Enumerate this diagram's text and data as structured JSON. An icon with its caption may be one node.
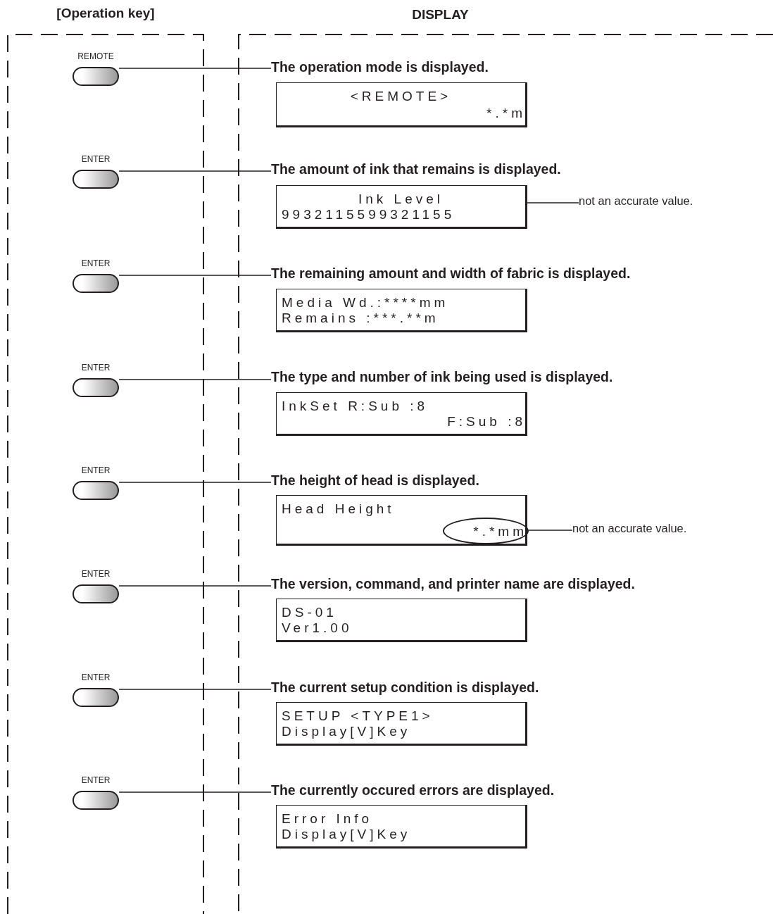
{
  "diagram": {
    "nodes": [
      {
        "text": [
          "[Operation key]"
        ]
      },
      {
        "text": [
          "DISPLAY"
        ]
      },
      {
        "text": [
          "REMOTE"
        ],
        "in": 0
      },
      {
        "text": [
          "ENTER"
        ],
        "in": 0
      },
      {
        "text": [
          "ENTER"
        ],
        "in": 0
      },
      {
        "text": [
          "ENTER"
        ],
        "in": 0
      },
      {
        "text": [
          "ENTER"
        ],
        "in": 0
      },
      {
        "text": [
          "ENTER"
        ],
        "in": 0
      },
      {
        "text": [
          "ENTER"
        ],
        "in": 0
      },
      {
        "text": [
          "ENTER"
        ],
        "in": 0
      },
      {
        "text": [
          "The operation mode is displayed."
        ],
        "in": 1
      },
      {
        "text": [
          "<REMOTE>",
          "*.*m"
        ],
        "in": 1
      },
      {
        "text": [
          "The amount of ink that remains is displayed."
        ],
        "in": 1
      },
      {
        "text": [
          "Ink Level",
          "9932115599321155"
        ],
        "in": 1
      },
      {
        "text": [
          "not an accurate value."
        ],
        "in": 1
      },
      {
        "text": [
          "The remaining amount and width of fabric is displayed."
        ],
        "in": 1
      },
      {
        "text": [
          "Media Wd.:****mm",
          "Remains :***.**m"
        ],
        "in": 1
      },
      {
        "text": [
          "The type and number of ink being used is displayed."
        ],
        "in": 1
      },
      {
        "text": [
          "InkSet R:Sub :8",
          "F:Sub :8"
        ],
        "in": 1
      },
      {
        "text": [
          "The height of head is displayed."
        ],
        "in": 1
      },
      {
        "text": [
          "Head Height"
        ],
        "in": 1
      },
      {
        "text": [
          "*.*mm"
        ],
        "in": 20
      },
      {
        "text": [
          "not an accurate value."
        ],
        "in": 1
      },
      {
        "text": [
          "The version, command, and printer name are displayed."
        ],
        "in": 1
      },
      {
        "text": [
          "DS-01",
          "Ver1.00"
        ],
        "in": 1
      },
      {
        "text": [
          "The current setup condition is displayed."
        ],
        "in": 1
      },
      {
        "text": [
          "SETUP <TYPE1>",
          "Display[V]Key"
        ],
        "in": 1
      },
      {
        "text": [
          "The currently occured errors are displayed."
        ],
        "in": 1
      },
      {
        "text": [
          "Error Info",
          "Display[V]Key"
        ],
        "in": 1
      }
    ],
    "edges": [
      {
        "from": 2,
        "to": 10,
        "arrow": "none"
      },
      {
        "from": 3,
        "to": 12,
        "arrow": "none"
      },
      {
        "from": 14,
        "to": 13,
        "arrow": "none"
      },
      {
        "from": 4,
        "to": 15,
        "arrow": "none"
      },
      {
        "from": 5,
        "to": 17,
        "arrow": "none"
      },
      {
        "from": 6,
        "to": 19,
        "arrow": "none"
      },
      {
        "from": 22,
        "to": 21,
        "arrow": "none"
      },
      {
        "from": 7,
        "to": 23,
        "arrow": "none"
      },
      {
        "from": 8,
        "to": 25,
        "arrow": "none"
      },
      {
        "from": 9,
        "to": 27,
        "arrow": "none"
      }
    ]
  }
}
